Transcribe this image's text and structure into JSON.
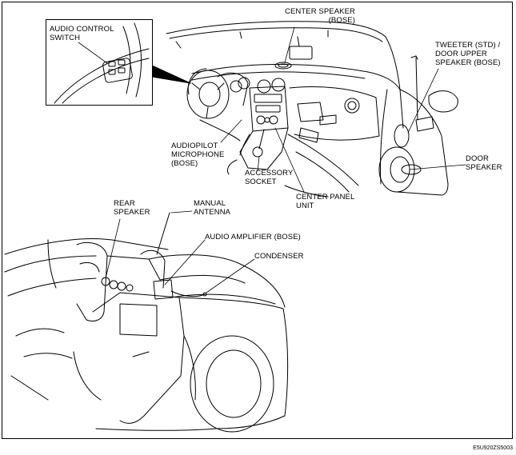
{
  "labels": {
    "audio_control_switch": "AUDIO CONTROL\nSWITCH",
    "center_speaker": "CENTER SPEAKER\n(BOSE)",
    "tweeter": "TWEETER (STD) /\nDOOR UPPER\nSPEAKER (BOSE)",
    "audiopilot_microphone": "AUDIOPILOT\nMICROPHONE\n(BOSE)",
    "accessory_socket": "ACCESSORY\nSOCKET",
    "door_speaker": "DOOR\nSPEAKER",
    "center_panel_unit": "CENTER PANEL\nUNIT",
    "rear_speaker": "REAR\nSPEAKER",
    "manual_antenna": "MANUAL\nANTENNA",
    "audio_amplifier": "AUDIO AMPLIFIER (BOSE)",
    "condenser": "CONDENSER"
  },
  "figure_code": "E5U920ZS5003"
}
